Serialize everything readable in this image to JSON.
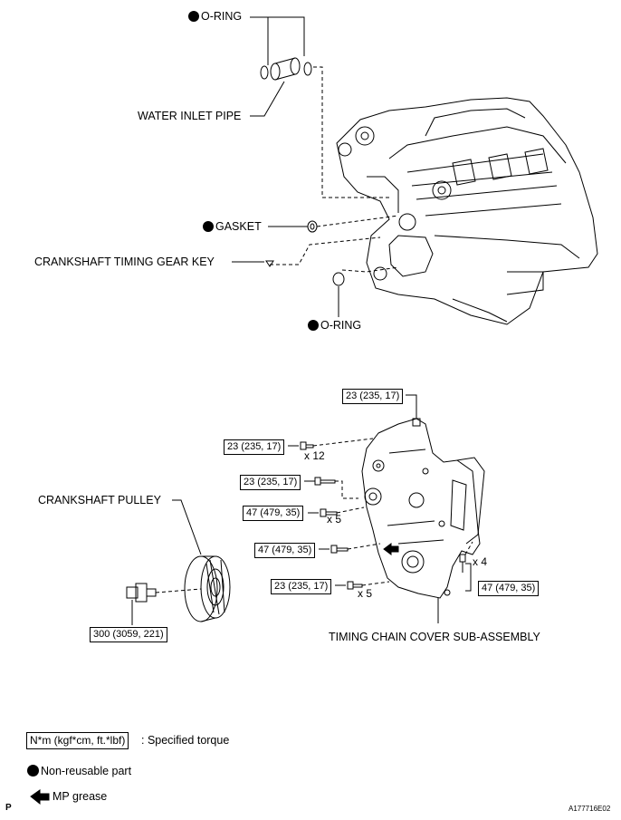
{
  "labels": {
    "o_ring_top": "O-RING",
    "water_inlet_pipe": "WATER INLET PIPE",
    "gasket": "GASKET",
    "crank_key": "CRANKSHAFT TIMING GEAR KEY",
    "o_ring_bottom": "O-RING",
    "crank_pulley": "CRANKSHAFT PULLEY",
    "timing_cover": "TIMING CHAIN COVER SUB-ASSEMBLY"
  },
  "torques": {
    "t1": "23 (235, 17)",
    "t2": "23 (235, 17)",
    "t3": "23 (235, 17)",
    "t4": "47 (479, 35)",
    "t5": "47 (479, 35)",
    "t6": "23 (235, 17)",
    "t7": "47 (479, 35)",
    "t8": "300 (3059, 221)"
  },
  "counts": {
    "c12": "x 12",
    "c5a": "x 5",
    "c4": "x 4",
    "c5b": "x 5"
  },
  "legend": {
    "torque_box": "N*m (kgf*cm, ft.*lbf)",
    "torque_text": ": Specified torque",
    "nonreusable_text": "Non-reusable part",
    "grease_text": "MP grease"
  },
  "footer": {
    "page_letter": "P",
    "figure_id": "A177716E02"
  }
}
